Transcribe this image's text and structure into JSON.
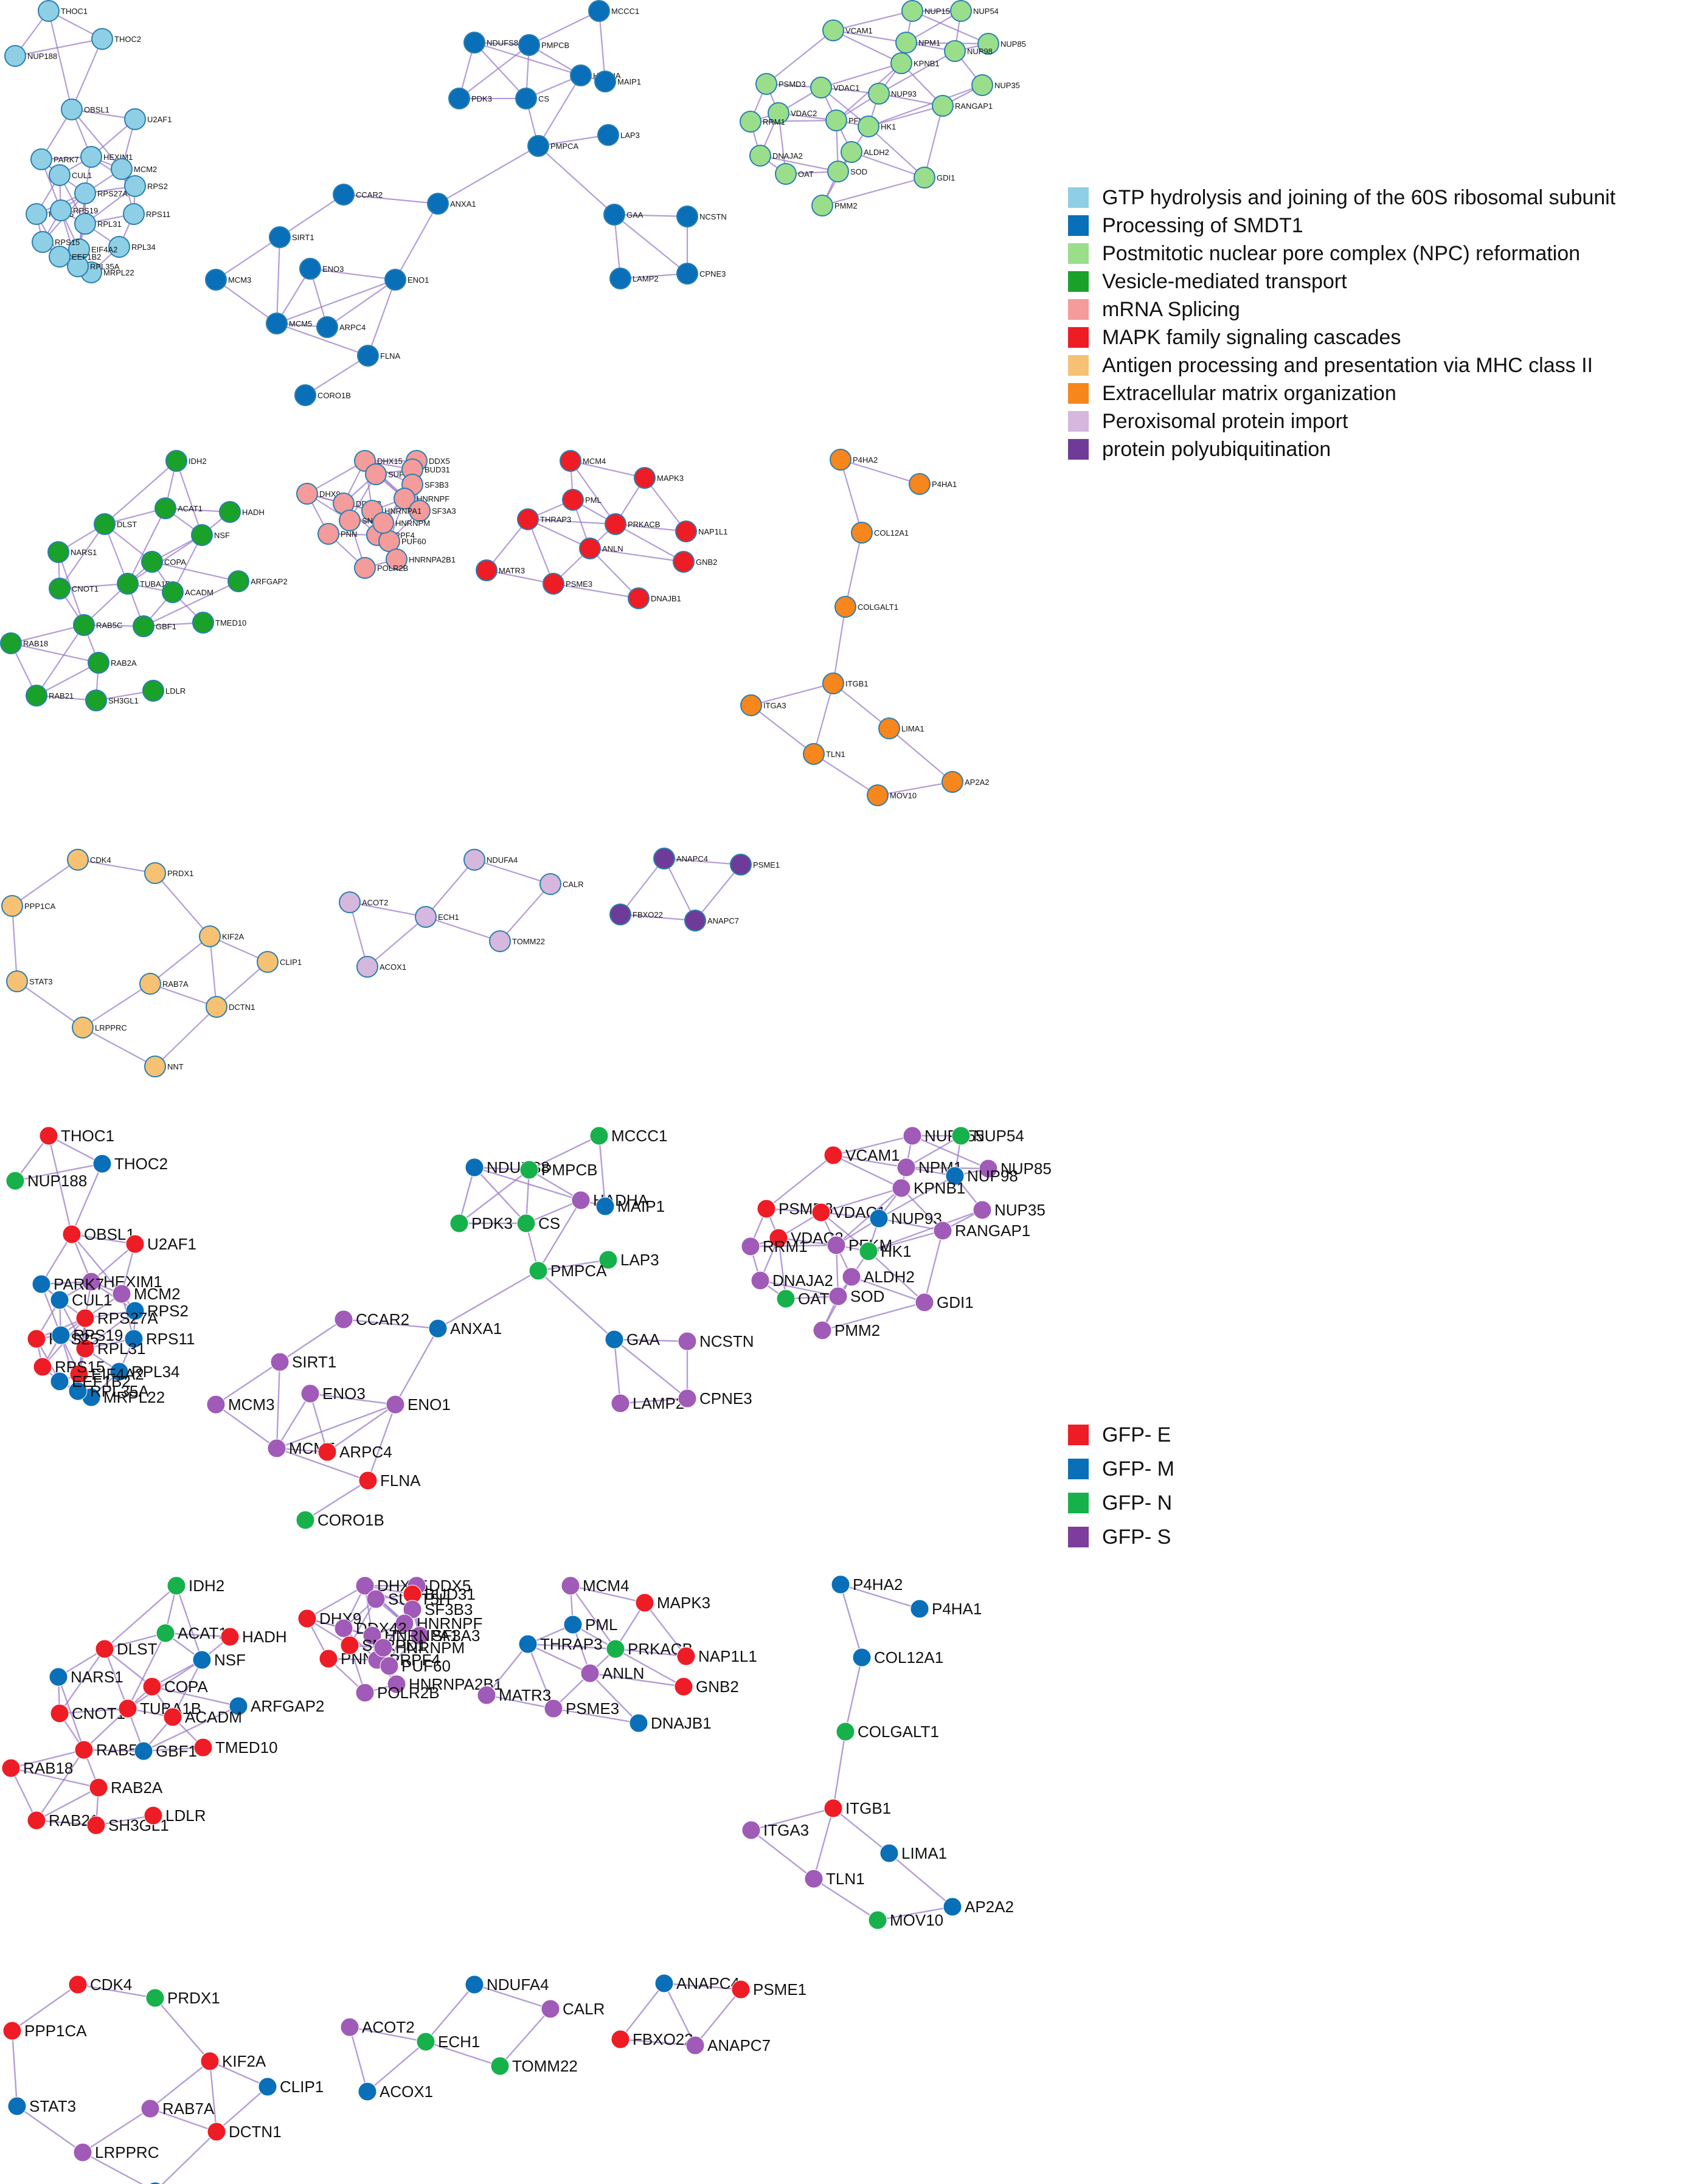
{
  "legend_top": [
    {
      "label": "GTP hydrolysis and joining of the 60S ribosomal subunit",
      "color": "#8fcfe6"
    },
    {
      "label": "Processing of SMDT1",
      "color": "#0a6fb9"
    },
    {
      "label": "Postmitotic nuclear pore complex (NPC) reformation",
      "color": "#9ade8c"
    },
    {
      "label": "Vesicle-mediated transport",
      "color": "#1aa12a"
    },
    {
      "label": "mRNA Splicing",
      "color": "#f49b9b"
    },
    {
      "label": "MAPK family signaling cascades",
      "color": "#ee1c25"
    },
    {
      "label": "Antigen processing and presentation via MHC class II",
      "color": "#f6c173"
    },
    {
      "label": "Extracellular matrix organization",
      "color": "#f7861c"
    },
    {
      "label": "Peroxisomal protein import",
      "color": "#d6b7dd"
    },
    {
      "label": "protein polyubiquitination",
      "color": "#6f3b98"
    }
  ],
  "legend_bottom": [
    {
      "label": "GFP- E",
      "color": "#ee1c25"
    },
    {
      "label": "GFP- M",
      "color": "#0a6fb9"
    },
    {
      "label": "GFP- N",
      "color": "#17b14b"
    },
    {
      "label": "GFP- S",
      "color": "#7d3d9c"
    }
  ],
  "colors": {
    "edge": "#9b7cc9",
    "node_stroke": "#2a7fb0",
    "E": "#ee1c25",
    "M": "#0a6fb9",
    "N": "#17b14b",
    "S": "#a05ab8"
  },
  "clusters": [
    {
      "id": "c1",
      "category": 0,
      "nodes": [
        {
          "name": "THOC1",
          "state": "E"
        },
        {
          "name": "THOC2",
          "state": "M"
        },
        {
          "name": "NUP188",
          "state": "N"
        },
        {
          "name": "OBSL1",
          "state": "E"
        },
        {
          "name": "U2AF1",
          "state": "E"
        },
        {
          "name": "HEXIM1",
          "state": "S"
        },
        {
          "name": "MCM2",
          "state": "S"
        },
        {
          "name": "RPS2",
          "state": "M"
        },
        {
          "name": "RPS11",
          "state": "M"
        },
        {
          "name": "RPL34",
          "state": "M"
        },
        {
          "name": "MRPL22",
          "state": "M"
        },
        {
          "name": "RPS27A",
          "state": "E"
        },
        {
          "name": "RPL31",
          "state": "E"
        },
        {
          "name": "CUL1",
          "state": "M"
        },
        {
          "name": "RPS25",
          "state": "E"
        },
        {
          "name": "RPS19",
          "state": "M"
        },
        {
          "name": "EIF4A2",
          "state": "E"
        },
        {
          "name": "RPS15",
          "state": "E"
        },
        {
          "name": "PARK7",
          "state": "M"
        },
        {
          "name": "RPL35A",
          "state": "M"
        },
        {
          "name": "EEF1B2",
          "state": "M"
        }
      ]
    },
    {
      "id": "c2",
      "category": 1,
      "nodes": [
        {
          "name": "MCCC1",
          "state": "N"
        },
        {
          "name": "NDUFS8",
          "state": "M"
        },
        {
          "name": "PMPCB",
          "state": "N"
        },
        {
          "name": "HADHA",
          "state": "S"
        },
        {
          "name": "MAIP1",
          "state": "M"
        },
        {
          "name": "PDK3",
          "state": "N"
        },
        {
          "name": "CS",
          "state": "N"
        },
        {
          "name": "LAP3",
          "state": "N"
        },
        {
          "name": "PMPCA",
          "state": "N"
        },
        {
          "name": "CCAR2",
          "state": "S"
        },
        {
          "name": "ANXA1",
          "state": "M"
        },
        {
          "name": "GAA",
          "state": "M"
        },
        {
          "name": "NCSTN",
          "state": "S"
        },
        {
          "name": "SIRT1",
          "state": "S"
        },
        {
          "name": "ENO3",
          "state": "S"
        },
        {
          "name": "ENO1",
          "state": "S"
        },
        {
          "name": "LAMP2",
          "state": "S"
        },
        {
          "name": "CPNE3",
          "state": "S"
        },
        {
          "name": "MCM3",
          "state": "S"
        },
        {
          "name": "MCM5",
          "state": "S"
        },
        {
          "name": "ARPC4",
          "state": "E"
        },
        {
          "name": "FLNA",
          "state": "E"
        },
        {
          "name": "CORO1B",
          "state": "N"
        }
      ]
    },
    {
      "id": "c3",
      "category": 2,
      "nodes": [
        {
          "name": "NUP155",
          "state": "S"
        },
        {
          "name": "NUP54",
          "state": "N"
        },
        {
          "name": "VCAM1",
          "state": "E"
        },
        {
          "name": "NPM1",
          "state": "S"
        },
        {
          "name": "NUP85",
          "state": "S"
        },
        {
          "name": "NUP98",
          "state": "M"
        },
        {
          "name": "KPNB1",
          "state": "S"
        },
        {
          "name": "PSMD3",
          "state": "E"
        },
        {
          "name": "VDAC1",
          "state": "E"
        },
        {
          "name": "NUP93",
          "state": "M"
        },
        {
          "name": "NUP35",
          "state": "S"
        },
        {
          "name": "RANGAP1",
          "state": "S"
        },
        {
          "name": "VDAC2",
          "state": "E"
        },
        {
          "name": "RRM1",
          "state": "S"
        },
        {
          "name": "PFKM",
          "state": "S"
        },
        {
          "name": "HK1",
          "state": "N"
        },
        {
          "name": "DNAJA2",
          "state": "S"
        },
        {
          "name": "ALDH2",
          "state": "S"
        },
        {
          "name": "OAT",
          "state": "N"
        },
        {
          "name": "SOD",
          "state": "S"
        },
        {
          "name": "GDI1",
          "state": "S"
        },
        {
          "name": "PMM2",
          "state": "S"
        }
      ]
    },
    {
      "id": "c4",
      "category": 3,
      "nodes": [
        {
          "name": "IDH2",
          "state": "N"
        },
        {
          "name": "ACAT1",
          "state": "N"
        },
        {
          "name": "HADH",
          "state": "E"
        },
        {
          "name": "DLST",
          "state": "E"
        },
        {
          "name": "NSF",
          "state": "M"
        },
        {
          "name": "NARS1",
          "state": "M"
        },
        {
          "name": "COPA",
          "state": "E"
        },
        {
          "name": "ARFGAP2",
          "state": "M"
        },
        {
          "name": "CNOT1",
          "state": "E"
        },
        {
          "name": "TUBA1B",
          "state": "E"
        },
        {
          "name": "ACADM",
          "state": "E"
        },
        {
          "name": "RAB5C",
          "state": "E"
        },
        {
          "name": "GBF1",
          "state": "M"
        },
        {
          "name": "TMED10",
          "state": "E"
        },
        {
          "name": "RAB18",
          "state": "E"
        },
        {
          "name": "RAB2A",
          "state": "E"
        },
        {
          "name": "RAB21",
          "state": "E"
        },
        {
          "name": "SH3GL1",
          "state": "E"
        },
        {
          "name": "LDLR",
          "state": "E"
        }
      ]
    },
    {
      "id": "c5",
      "category": 4,
      "nodes": [
        {
          "name": "DHX15",
          "state": "S"
        },
        {
          "name": "DDX5",
          "state": "S"
        },
        {
          "name": "SUPT5H",
          "state": "S"
        },
        {
          "name": "BUD31",
          "state": "E"
        },
        {
          "name": "SF3B3",
          "state": "S"
        },
        {
          "name": "DHX9",
          "state": "E"
        },
        {
          "name": "HNRNPF",
          "state": "S"
        },
        {
          "name": "DDX42",
          "state": "S"
        },
        {
          "name": "SF3A3",
          "state": "S"
        },
        {
          "name": "HNRNPA1",
          "state": "S"
        },
        {
          "name": "PNN",
          "state": "E"
        },
        {
          "name": "PRPF4",
          "state": "S"
        },
        {
          "name": "PUF60",
          "state": "S"
        },
        {
          "name": "HNRNPA2B1",
          "state": "S"
        },
        {
          "name": "POLR2B",
          "state": "S"
        },
        {
          "name": "SNRPD1",
          "state": "E"
        },
        {
          "name": "HNRNPM",
          "state": "S"
        }
      ]
    },
    {
      "id": "c6",
      "category": 5,
      "nodes": [
        {
          "name": "MCM4",
          "state": "S"
        },
        {
          "name": "MAPK3",
          "state": "E"
        },
        {
          "name": "PML",
          "state": "M"
        },
        {
          "name": "PRKACB",
          "state": "N"
        },
        {
          "name": "NAP1L1",
          "state": "E"
        },
        {
          "name": "THRAP3",
          "state": "M"
        },
        {
          "name": "ANLN",
          "state": "S"
        },
        {
          "name": "GNB2",
          "state": "E"
        },
        {
          "name": "MATR3",
          "state": "S"
        },
        {
          "name": "PSME3",
          "state": "S"
        },
        {
          "name": "DNAJB1",
          "state": "M"
        }
      ]
    },
    {
      "id": "c7",
      "category": 7,
      "nodes": [
        {
          "name": "P4HA2",
          "state": "M"
        },
        {
          "name": "P4HA1",
          "state": "M"
        },
        {
          "name": "COL12A1",
          "state": "M"
        },
        {
          "name": "COLGALT1",
          "state": "N"
        },
        {
          "name": "ITGB1",
          "state": "E"
        },
        {
          "name": "ITGA3",
          "state": "S"
        },
        {
          "name": "LIMA1",
          "state": "M"
        },
        {
          "name": "TLN1",
          "state": "S"
        },
        {
          "name": "AP2A2",
          "state": "M"
        },
        {
          "name": "MOV10",
          "state": "N"
        }
      ]
    },
    {
      "id": "c8",
      "category": 6,
      "nodes": [
        {
          "name": "CDK4",
          "state": "E"
        },
        {
          "name": "PRDX1",
          "state": "N"
        },
        {
          "name": "PPP1CA",
          "state": "E"
        },
        {
          "name": "KIF2A",
          "state": "E"
        },
        {
          "name": "CLIP1",
          "state": "M"
        },
        {
          "name": "STAT3",
          "state": "M"
        },
        {
          "name": "RAB7A",
          "state": "S"
        },
        {
          "name": "DCTN1",
          "state": "E"
        },
        {
          "name": "LRPPRC",
          "state": "S"
        },
        {
          "name": "NNT",
          "state": "M"
        }
      ]
    },
    {
      "id": "c9",
      "category": 8,
      "nodes": [
        {
          "name": "NDUFA4",
          "state": "M"
        },
        {
          "name": "CALR",
          "state": "S"
        },
        {
          "name": "ACOT2",
          "state": "S"
        },
        {
          "name": "ECH1",
          "state": "N"
        },
        {
          "name": "TOMM22",
          "state": "N"
        },
        {
          "name": "ACOX1",
          "state": "M"
        }
      ]
    },
    {
      "id": "c10",
      "category": 9,
      "nodes": [
        {
          "name": "ANAPC4",
          "state": "M"
        },
        {
          "name": "PSME1",
          "state": "E"
        },
        {
          "name": "FBXO22",
          "state": "E"
        },
        {
          "name": "ANAPC7",
          "state": "S"
        }
      ]
    }
  ]
}
